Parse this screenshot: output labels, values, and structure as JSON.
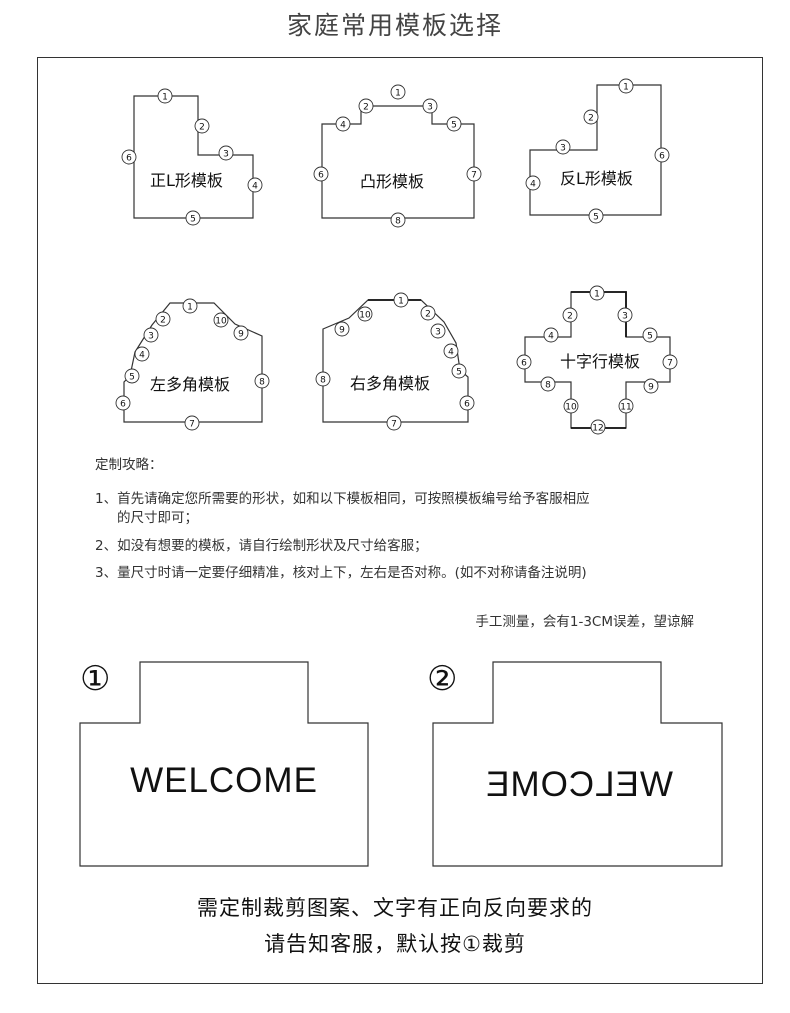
{
  "title": "家庭常用模板选择",
  "templates": [
    {
      "name": "正L形模板",
      "labels": [
        "1",
        "2",
        "3",
        "4",
        "5",
        "6"
      ]
    },
    {
      "name": "凸形模板",
      "labels": [
        "1",
        "2",
        "3",
        "4",
        "5",
        "6",
        "7",
        "8"
      ]
    },
    {
      "name": "反L形模板",
      "labels": [
        "1",
        "2",
        "3",
        "4",
        "5",
        "6"
      ]
    },
    {
      "name": "左多角模板",
      "labels": [
        "1",
        "2",
        "3",
        "4",
        "5",
        "6",
        "7",
        "8",
        "9",
        "10"
      ]
    },
    {
      "name": "右多角模板",
      "labels": [
        "1",
        "2",
        "3",
        "4",
        "5",
        "6",
        "7",
        "8",
        "9",
        "10"
      ]
    },
    {
      "name": "十字行模板",
      "labels": [
        "1",
        "2",
        "3",
        "4",
        "5",
        "6",
        "7",
        "8",
        "9",
        "10",
        "11",
        "12"
      ]
    }
  ],
  "guide": {
    "title": "定制攻略：",
    "step1": "1、首先请确定您所需要的形状，如和以下模板相同，可按照模板编号给予客服相应",
    "step1_cont": "的尺寸即可；",
    "step2": "2、如没有想要的模板，请自行绘制形状及尺寸给客服；",
    "step3": "3、量尺寸时请一定要仔细精准，核对上下，左右是否对称。(如不对称请备注说明)",
    "note": "手工测量，会有1-3CM误差，望谅解"
  },
  "examples": [
    {
      "number": "①",
      "text": "WELCOME",
      "mirrored": false
    },
    {
      "number": "②",
      "text": "WELCOME",
      "mirrored": true
    }
  ],
  "bottom": {
    "line1": "需定制裁剪图案、文字有正向反向要求的",
    "line2": "请告知客服，默认按①裁剪"
  },
  "colors": {
    "line": "#333333",
    "text": "#111111",
    "background": "#ffffff"
  }
}
